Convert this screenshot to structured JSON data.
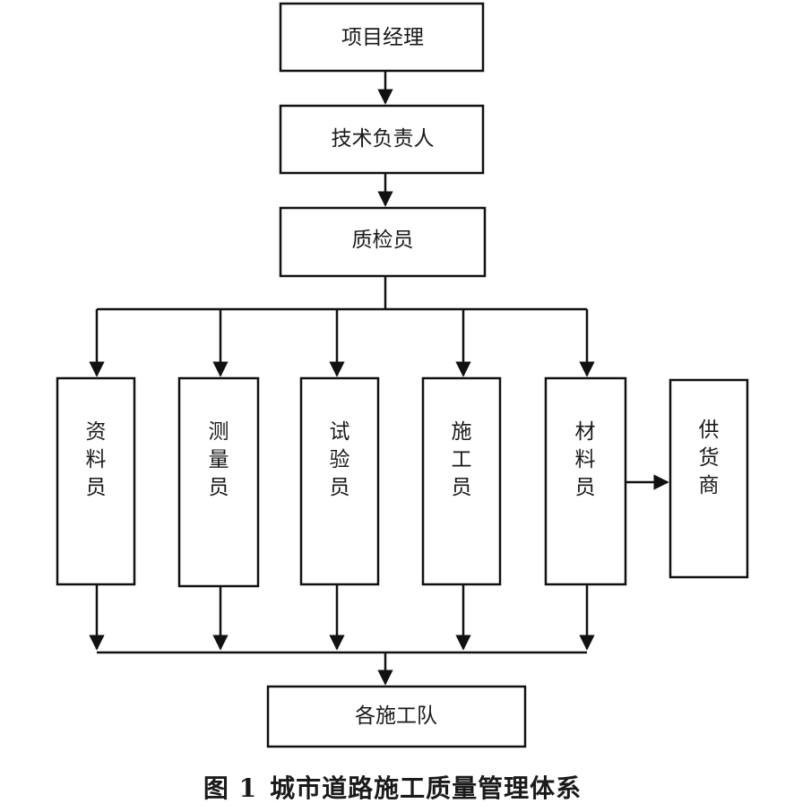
{
  "nodes": {
    "project_manager": "项目经理",
    "tech_lead": "技术负责人",
    "quality_inspector": "质检员",
    "roles": [
      "资料员",
      "测量员",
      "试验员",
      "施工员",
      "材料员"
    ],
    "supplier": "供货商",
    "construction_teams": "各施工队"
  },
  "caption": {
    "figure_number": "图 1",
    "title": "城市道路施工质量管理体系"
  }
}
